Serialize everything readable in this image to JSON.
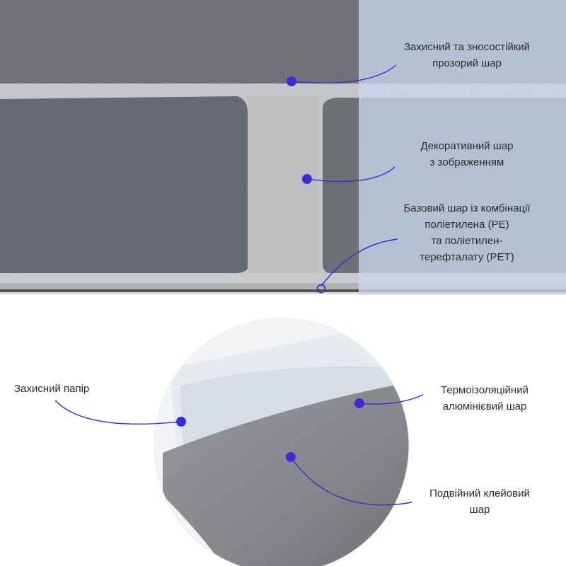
{
  "colors": {
    "accent": "#3b2bd8",
    "overlay": "#c5d3ea",
    "stone_dark": "#6b6d71",
    "stone_light": "#b9babc",
    "grout": "#cfd0d1",
    "foil": "#8c8d90",
    "paper": "#dfe4ea"
  },
  "top_panel": {
    "labels": [
      {
        "lines": [
          "Захисний та зносостійкий",
          "прозорий шар"
        ]
      },
      {
        "lines": [
          "Декоративний шар",
          "з зображенням"
        ]
      },
      {
        "lines": [
          "Базовий шар із комбінації",
          "поліетилена (PE)",
          "та поліетилен-",
          "терефталату (PET)"
        ]
      }
    ]
  },
  "bottom_panel": {
    "left_labels": [
      {
        "lines": [
          "Захисний папір"
        ]
      },
      {
        "lines": [
          "Подвійний клейовий",
          "шар"
        ]
      }
    ],
    "right_labels": [
      {
        "lines": [
          "Термоізоляційний",
          "алюмінієвий шар"
        ]
      }
    ]
  }
}
